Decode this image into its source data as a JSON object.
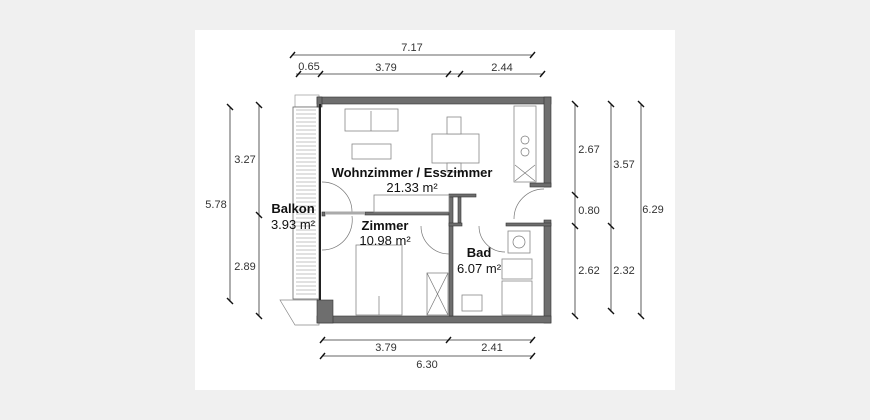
{
  "plan": {
    "rooms": [
      {
        "name": "Wohnzimmer / Esszimmer",
        "area": "21.33 m²"
      },
      {
        "name": "Balkon",
        "area": "3.93 m²"
      },
      {
        "name": "Zimmer",
        "area": "10.98 m²"
      },
      {
        "name": "Bad",
        "area": "6.07 m²"
      }
    ],
    "dimensions": {
      "top_total": "7.17",
      "top": [
        "0.65",
        "3.79",
        "2.44"
      ],
      "left_outer": "5.78",
      "left": [
        "3.27",
        "2.89"
      ],
      "right_inner": [
        "2.67",
        "0.80",
        "2.62"
      ],
      "right_mid": [
        "3.57",
        "2.32"
      ],
      "right_total": "6.29",
      "bottom": [
        "3.79",
        "2.41"
      ],
      "bottom_total": "6.30"
    },
    "colors": {
      "wall": "#6e6e6e",
      "background": "#f0f0f0",
      "panel": "#ffffff"
    }
  }
}
